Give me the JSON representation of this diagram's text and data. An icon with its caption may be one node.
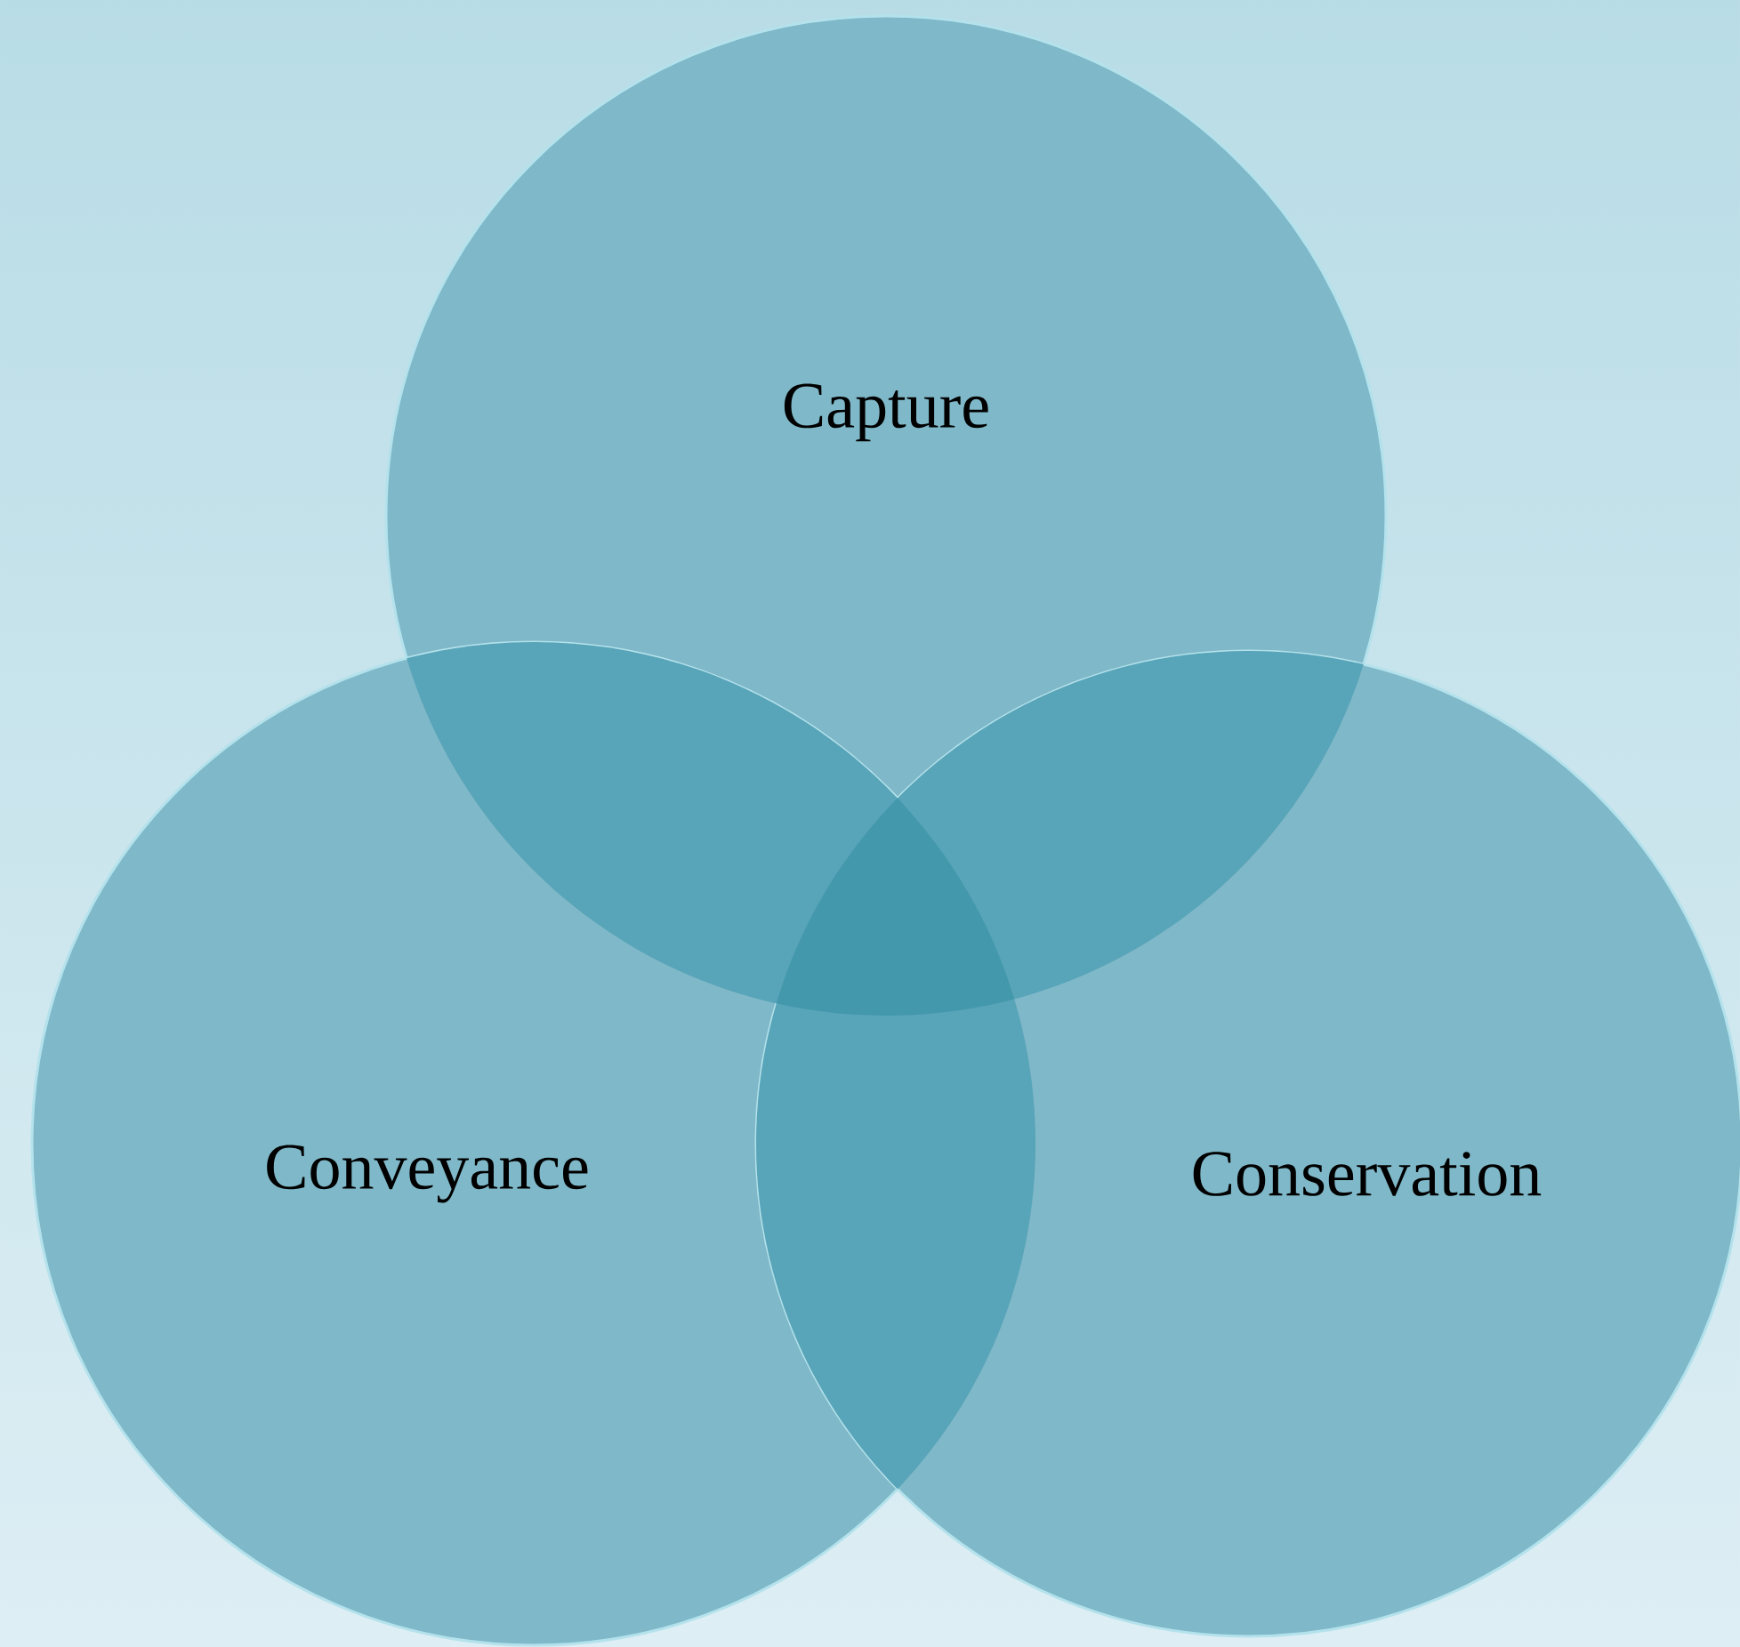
{
  "diagram": {
    "nodes": [
      {
        "text": [
          "Capture"
        ]
      },
      {
        "text": [
          "Conveyance"
        ]
      },
      {
        "text": [
          "Conservation"
        ]
      }
    ]
  }
}
